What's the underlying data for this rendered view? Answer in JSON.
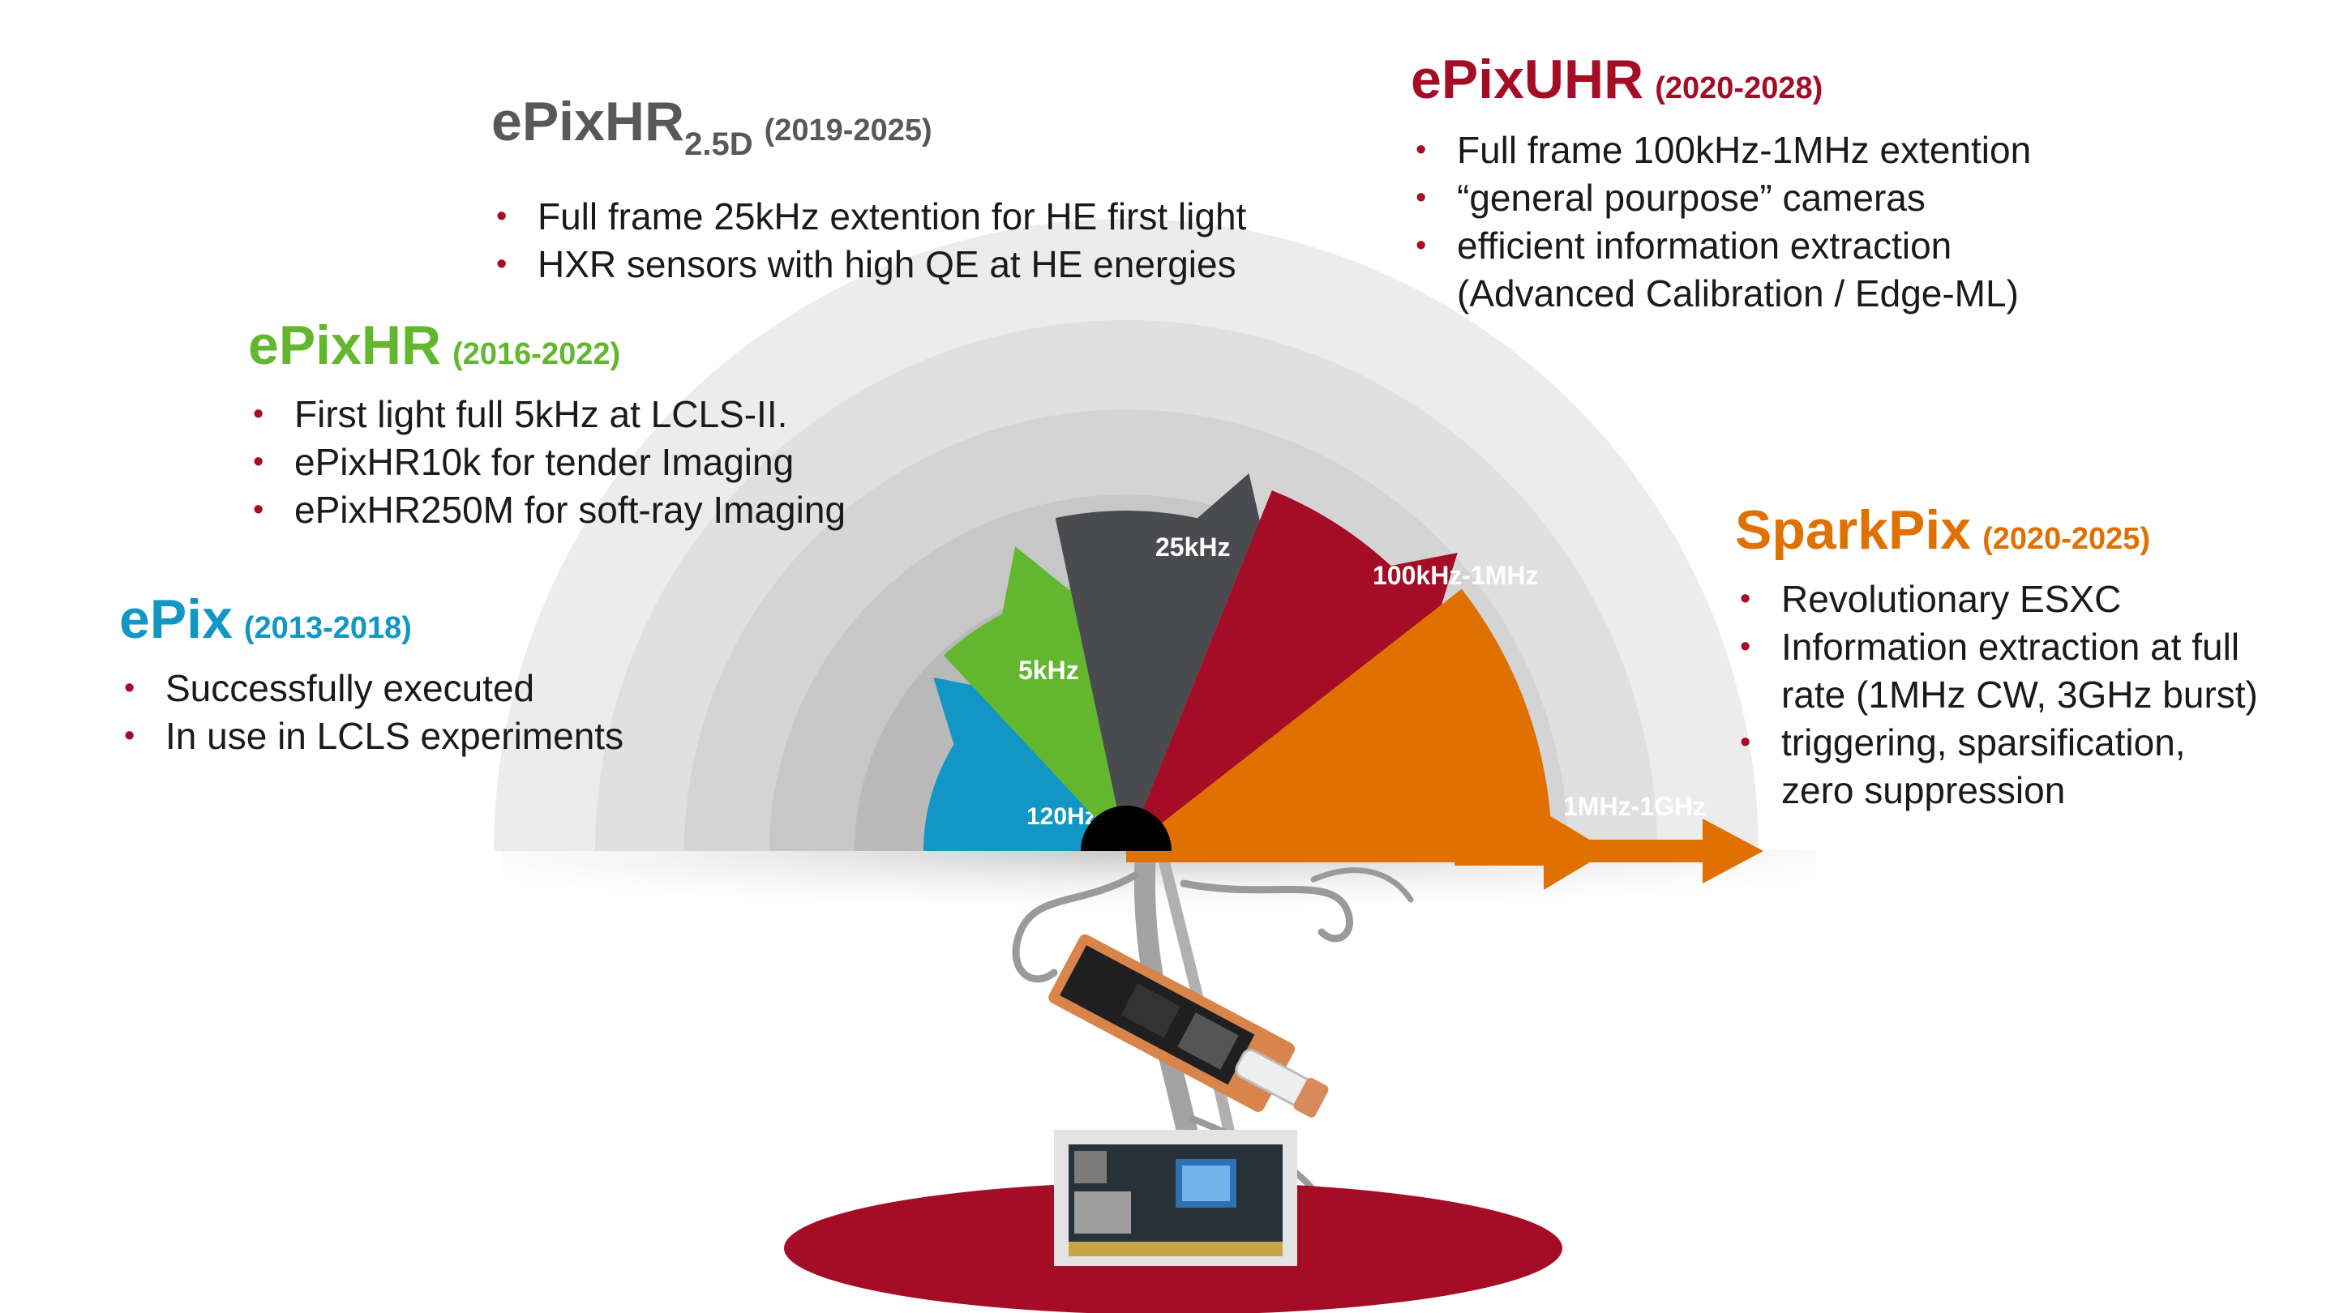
{
  "colors": {
    "epix": "#1296c6",
    "epixhr": "#62b72e",
    "epixhr25d": "#4a4b4e",
    "epixuhr": "#a50c26",
    "sparkpix": "#e07000",
    "bullet": "#a50c26",
    "arc_bands": [
      "#ececec",
      "#e0e0e0",
      "#d4d4d4",
      "#c7c7c7",
      "#b9b9b9",
      "#acacac"
    ],
    "base_ellipse": "#a50c26"
  },
  "sectors": [
    {
      "label": "120Hz",
      "color": "#1296c6"
    },
    {
      "label": "5kHz",
      "color": "#62b72e"
    },
    {
      "label": "25kHz",
      "color": "#4a4b4e"
    },
    {
      "label": "100kHz-1MHz",
      "color": "#a50c26"
    },
    {
      "label": "1MHz-1GHz",
      "color": "#e07000"
    }
  ],
  "generations": {
    "epix": {
      "name": "ePix",
      "years": "(2013-2018)",
      "bullets": [
        "Successfully executed",
        "In use in LCLS experiments"
      ]
    },
    "epixhr": {
      "name": "ePixHR",
      "years": "(2016-2022)",
      "bullets": [
        "First light full 5kHz at LCLS-II.",
        "ePixHR10k for tender Imaging",
        "ePixHR250M for soft-ray Imaging"
      ]
    },
    "epixhr25d": {
      "name": "ePixHR",
      "subscript": "2.5D",
      "years": "(2019-2025)",
      "bullets": [
        "Full frame 25kHz extention for HE first light",
        "HXR sensors with high QE at HE energies"
      ]
    },
    "epixuhr": {
      "name": "ePixUHR",
      "years": "(2020-2028)",
      "bullets": [
        "Full frame 100kHz-1MHz extention",
        "“general pourpose” cameras",
        "efficient information extraction",
        "(Advanced Calibration / Edge-ML)"
      ]
    },
    "sparkpix": {
      "name": "SparkPix",
      "years": "(2020-2025)",
      "bullets": [
        "Revolutionary ESXC",
        "Information extraction at full",
        "rate (1MHz CW, 3GHz burst)",
        "triggering, sparsification,",
        "zero suppression"
      ]
    }
  },
  "photos": {
    "card_top": "fpga-card-photo",
    "card_bottom": "pcie-board-photo"
  }
}
